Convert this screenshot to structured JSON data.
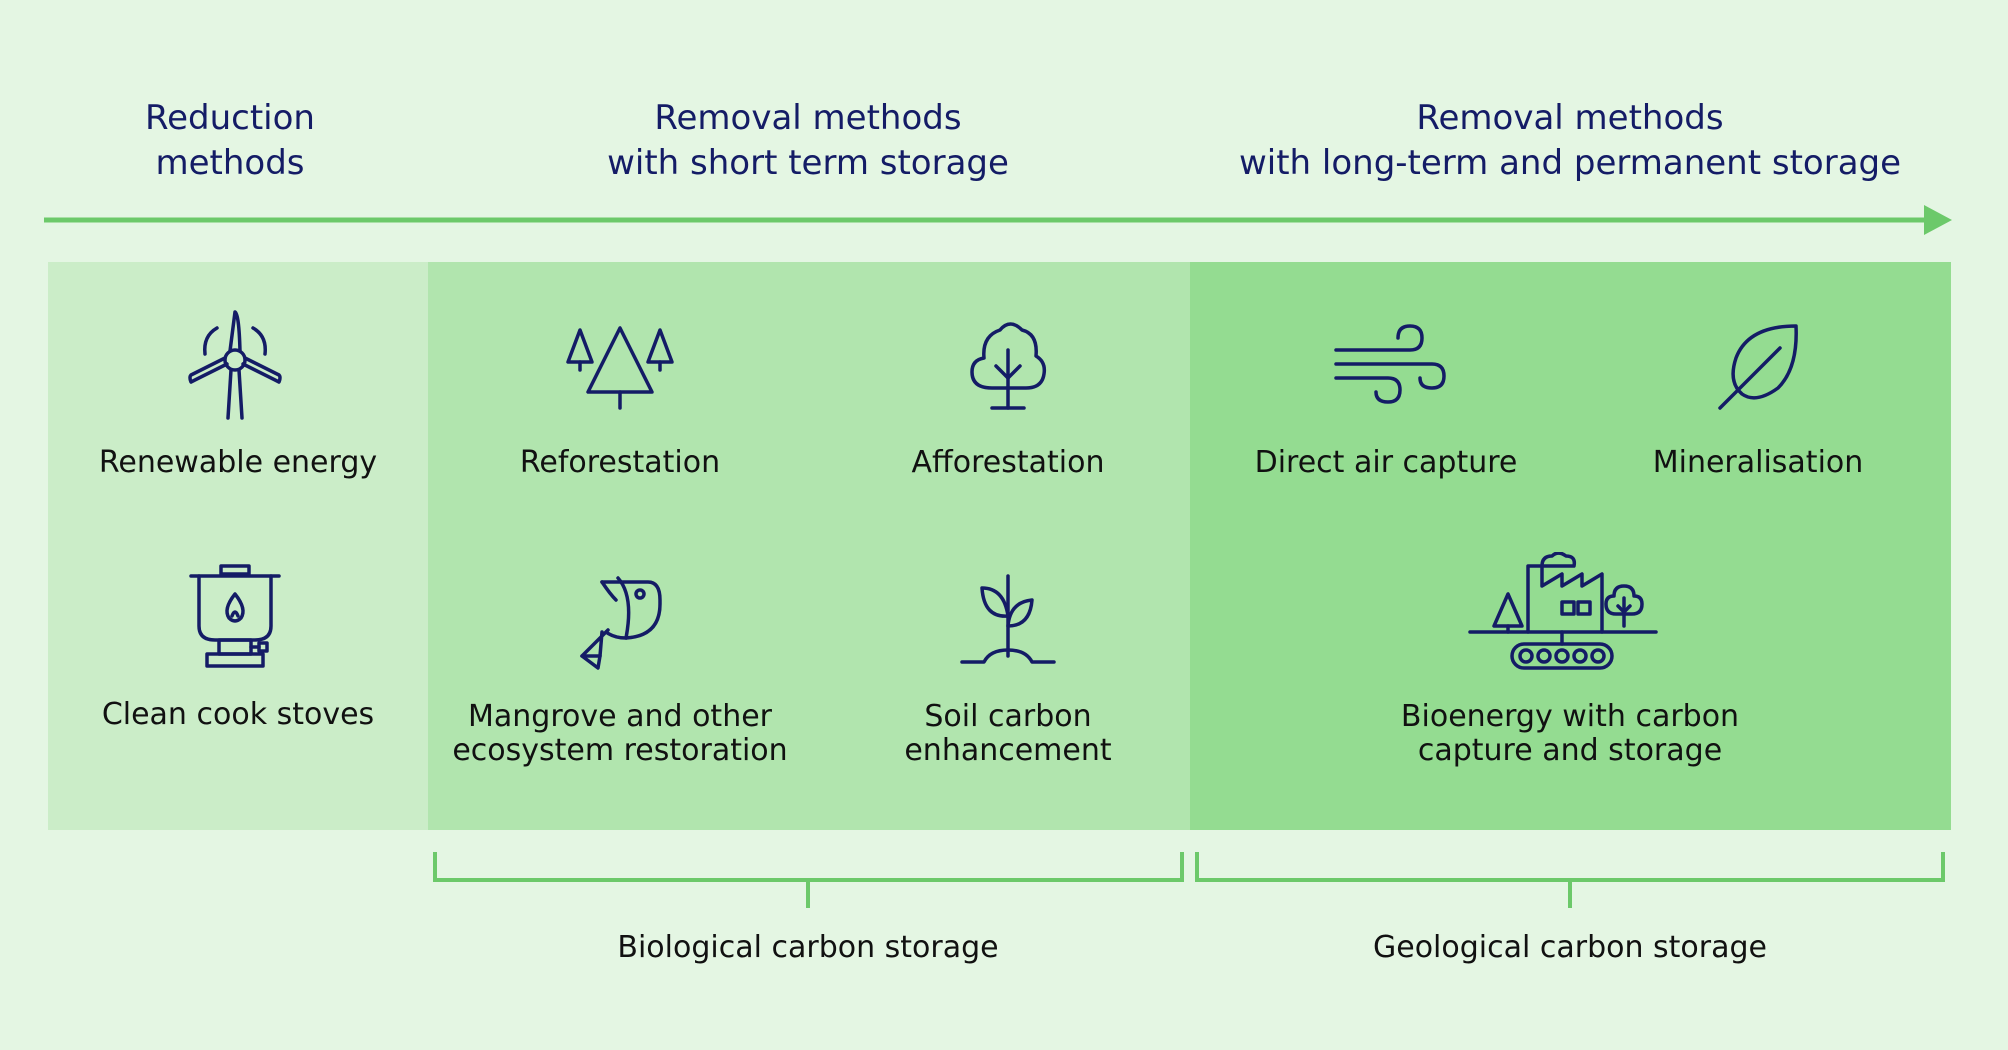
{
  "headers": {
    "reduction": [
      "Reduction",
      "methods"
    ],
    "short_term": [
      "Removal methods",
      "with short term storage"
    ],
    "long_term": [
      "Removal methods",
      "with long-term and permanent storage"
    ]
  },
  "methods": {
    "renewable_energy": {
      "label": [
        "Renewable energy"
      ],
      "icon": "wind-turbine-icon"
    },
    "clean_cook_stoves": {
      "label": [
        "Clean cook stoves"
      ],
      "icon": "cook-stove-icon"
    },
    "reforestation": {
      "label": [
        "Reforestation"
      ],
      "icon": "trees-icon"
    },
    "afforestation": {
      "label": [
        "Afforestation"
      ],
      "icon": "tree-icon"
    },
    "mangrove": {
      "label": [
        "Mangrove and other",
        "ecosystem restoration"
      ],
      "icon": "fish-icon"
    },
    "soil_carbon": {
      "label": [
        "Soil carbon",
        "enhancement"
      ],
      "icon": "seedling-icon"
    },
    "direct_air_capture": {
      "label": [
        "Direct air capture"
      ],
      "icon": "wind-icon"
    },
    "mineralisation": {
      "label": [
        "Mineralisation"
      ],
      "icon": "leaf-icon"
    },
    "beccs": {
      "label": [
        "Bioenergy with carbon",
        "capture and storage"
      ],
      "icon": "factory-icon"
    }
  },
  "storage_groups": {
    "biological": "Biological carbon storage",
    "geological": "Geological carbon storage"
  },
  "colors": {
    "background": "#e4f6e3",
    "panel_reduction": "#cbedc8",
    "panel_short_term": "#b1e5ae",
    "panel_long_term": "#94dc91",
    "accent_line": "#6cc96a",
    "heading": "#141c66",
    "icon_stroke": "#141c66",
    "text": "#111111"
  }
}
